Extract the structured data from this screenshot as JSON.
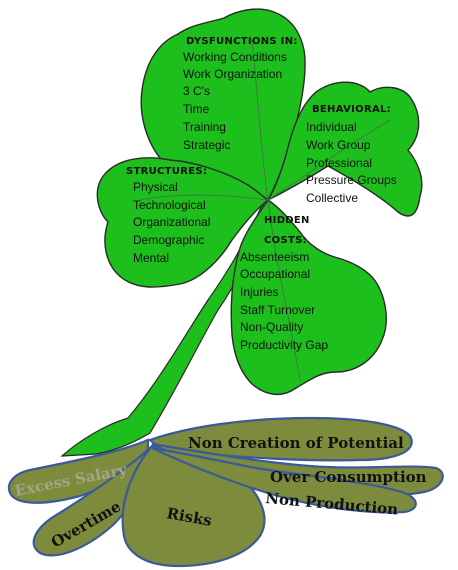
{
  "diagram": {
    "colors": {
      "leaf": "#1cbf1c",
      "root": "#7d8b3c",
      "root_outline": "#3a5a99"
    },
    "leaves": {
      "dysfunctions": {
        "heading": "DYSFUNCTIONS IN:",
        "items": [
          "Working Conditions",
          "Work Organization",
          "3 C's",
          "Time",
          "Training",
          "Strategic"
        ]
      },
      "behavioral": {
        "heading": "BEHAVIORAL:",
        "items": [
          "Individual",
          "Work Group",
          "Professional",
          "Pressure Groups",
          "Collective"
        ]
      },
      "structures": {
        "heading": "STRUCTURES:",
        "items": [
          "Physical",
          "Technological",
          "Organizational",
          "Demographic",
          "Mental"
        ]
      },
      "hidden_costs": {
        "heading_line1": "HIDDEN",
        "heading_line2": "COSTS:",
        "items": [
          "Absenteeism",
          "Occupational",
          "Injuries",
          "Staff Turnover",
          "Non-Quality",
          "Productivity Gap"
        ]
      }
    },
    "roots": {
      "non_creation": "Non Creation of Potential",
      "over_consumption": "Over Consumption",
      "non_production": "Non Production",
      "excess_salary": "Excess Salary",
      "overtime": "Overtime",
      "risks": "Risks"
    }
  }
}
